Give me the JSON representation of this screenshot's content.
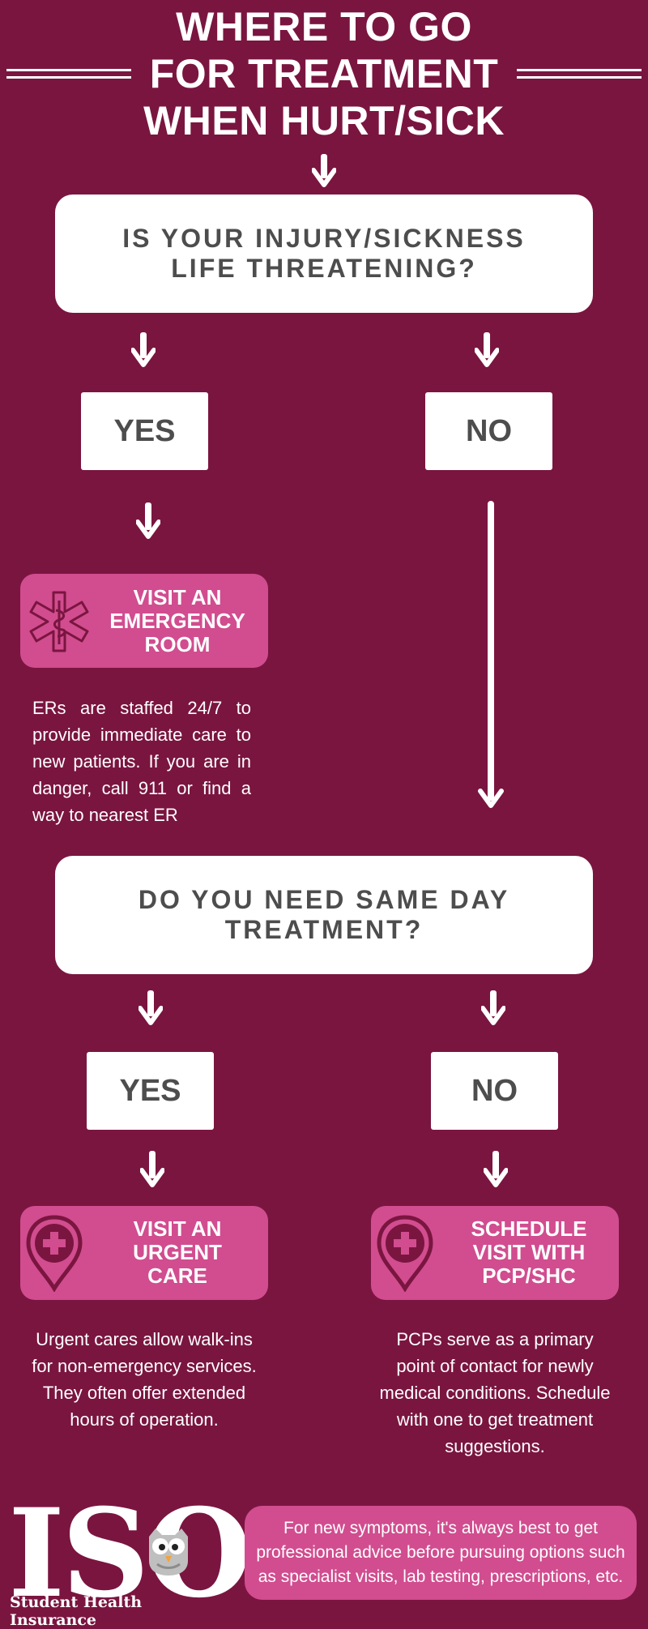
{
  "title": {
    "line1": "WHERE TO GO",
    "line2": "FOR TREATMENT",
    "line3": "WHEN HURT/SICK"
  },
  "question1": {
    "line1": "IS YOUR INJURY/SICKNESS",
    "line2": "LIFE THREATENING?"
  },
  "question1_answers": {
    "yes": "YES",
    "no": "NO"
  },
  "emergency": {
    "icon": "medical-star-of-life-icon",
    "line1": "VISIT AN",
    "line2": "EMERGENCY",
    "line3": "ROOM",
    "description": "ERs are staffed 24/7 to provide immediate care to new patients. If you are in danger, call 911 or find a way to nearest ER"
  },
  "question2": {
    "line1": "DO YOU NEED SAME DAY",
    "line2": "TREATMENT?"
  },
  "question2_answers": {
    "yes": "YES",
    "no": "NO"
  },
  "urgent_care": {
    "icon": "location-pin-cross-icon",
    "line1": "VISIT AN",
    "line2": "URGENT",
    "line3": "CARE",
    "description": "Urgent cares allow walk-ins for non-emergency services. They often offer extended hours of operation."
  },
  "pcp": {
    "icon": "location-pin-cross-icon",
    "line1": "SCHEDULE",
    "line2": "VISIT WITH",
    "line3": "PCP/SHC",
    "description": "PCPs serve as a primary point of contact for newly medical conditions. Schedule with one to get treatment suggestions."
  },
  "footer": {
    "logo_text": "ISO",
    "brand": "Student Health Insurance",
    "note": "For new symptoms, it's always best to get professional advice before pursuing options such as specialist visits, lab testing, prescriptions, etc."
  },
  "colors": {
    "background": "#7a1540",
    "accent_pink": "#d14d8f",
    "box_white": "#ffffff",
    "box_text": "#4d4d4d"
  }
}
